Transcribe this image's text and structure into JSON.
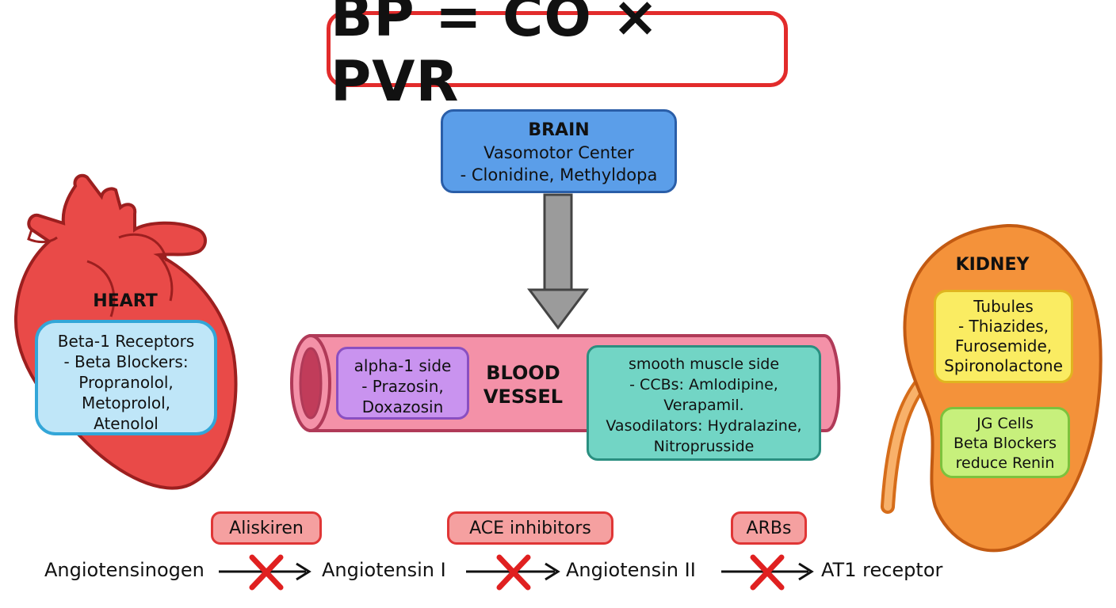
{
  "title": "BP = CO × PVR",
  "brain": {
    "title": "BRAIN",
    "subtitle": "Vasomotor Center",
    "drugs": "- Clonidine, Methyldopa"
  },
  "heart": {
    "title": "HEART",
    "lines": [
      "Beta-1 Receptors",
      "- Beta Blockers:",
      "Propranolol,",
      "Metoprolol,",
      "Atenolol"
    ]
  },
  "vessel": {
    "label_line1": "BLOOD",
    "label_line2": "VESSEL",
    "alpha": [
      "alpha-1 side",
      "- Prazosin,",
      "Doxazosin"
    ],
    "smooth": [
      "smooth muscle side",
      "- CCBs: Amlodipine,",
      "Verapamil.",
      "Vasodilators: Hydralazine,",
      "Nitroprusside"
    ]
  },
  "kidney": {
    "title": "KIDNEY",
    "tubules": [
      "Tubules",
      "- Thiazides,",
      "Furosemide,",
      "Spironolactone"
    ],
    "jg": [
      "JG Cells",
      "Beta Blockers",
      "reduce Renin"
    ]
  },
  "tags": {
    "aliskiren": "Aliskiren",
    "ace": "ACE inhibitors",
    "arbs": "ARBs"
  },
  "pathway": [
    "Angiotensinogen",
    "Angiotensin I",
    "Angiotensin II",
    "AT1 receptor"
  ],
  "colors": {
    "heart": "#e94a48",
    "brain": "#5b9ee9",
    "vessel": "#f491a8",
    "kidney": "#f4923a",
    "block_x": "#e02020",
    "title_border": "#e22b2b"
  }
}
